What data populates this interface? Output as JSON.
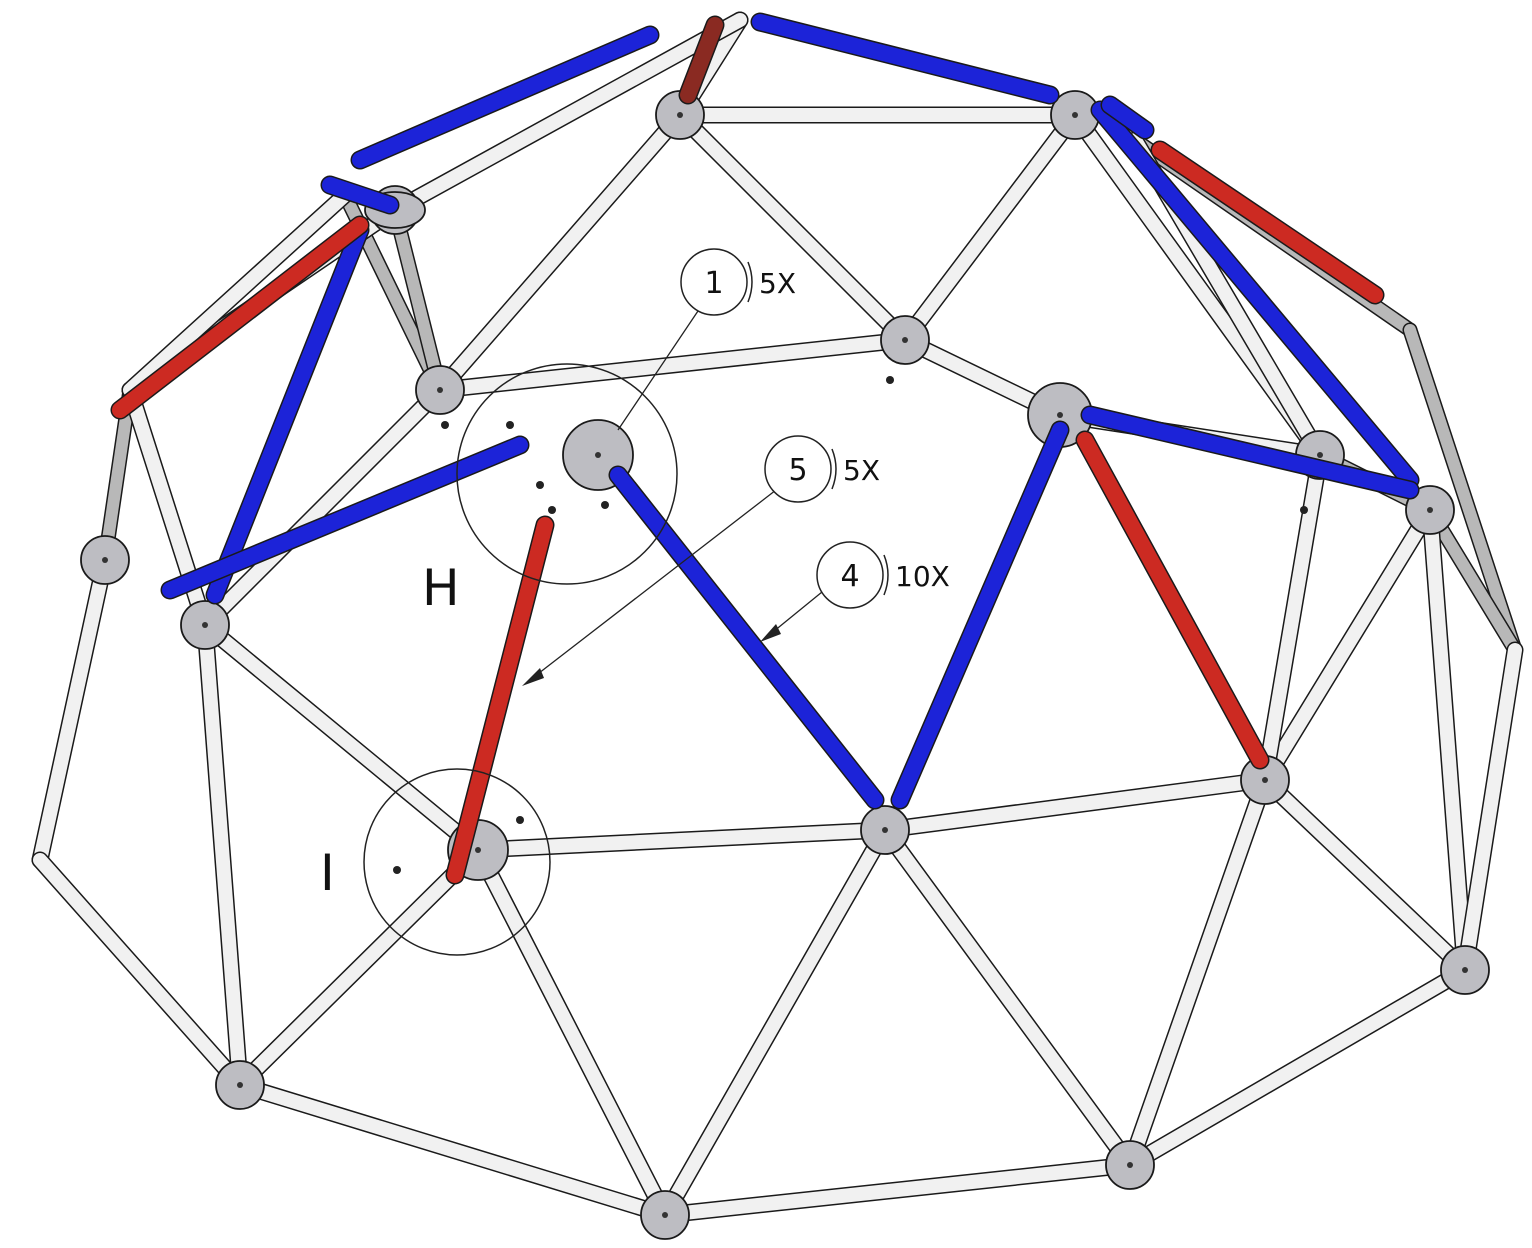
{
  "callouts": [
    {
      "id": "callout-1",
      "number": "1",
      "qty": "5X"
    },
    {
      "id": "callout-5",
      "number": "5",
      "qty": "5X"
    },
    {
      "id": "callout-4",
      "number": "4",
      "qty": "10X"
    }
  ],
  "details": {
    "h": "H",
    "i": "I"
  },
  "colors": {
    "blue_strut": "#1c23d8",
    "red_strut": "#cc2a22",
    "dark_red_strut": "#8a2a22",
    "white_strut": "#f1f1f1",
    "grey_strut": "#b8b8b8",
    "hub": "#bdbdc2",
    "outline": "#1a1a1a"
  }
}
